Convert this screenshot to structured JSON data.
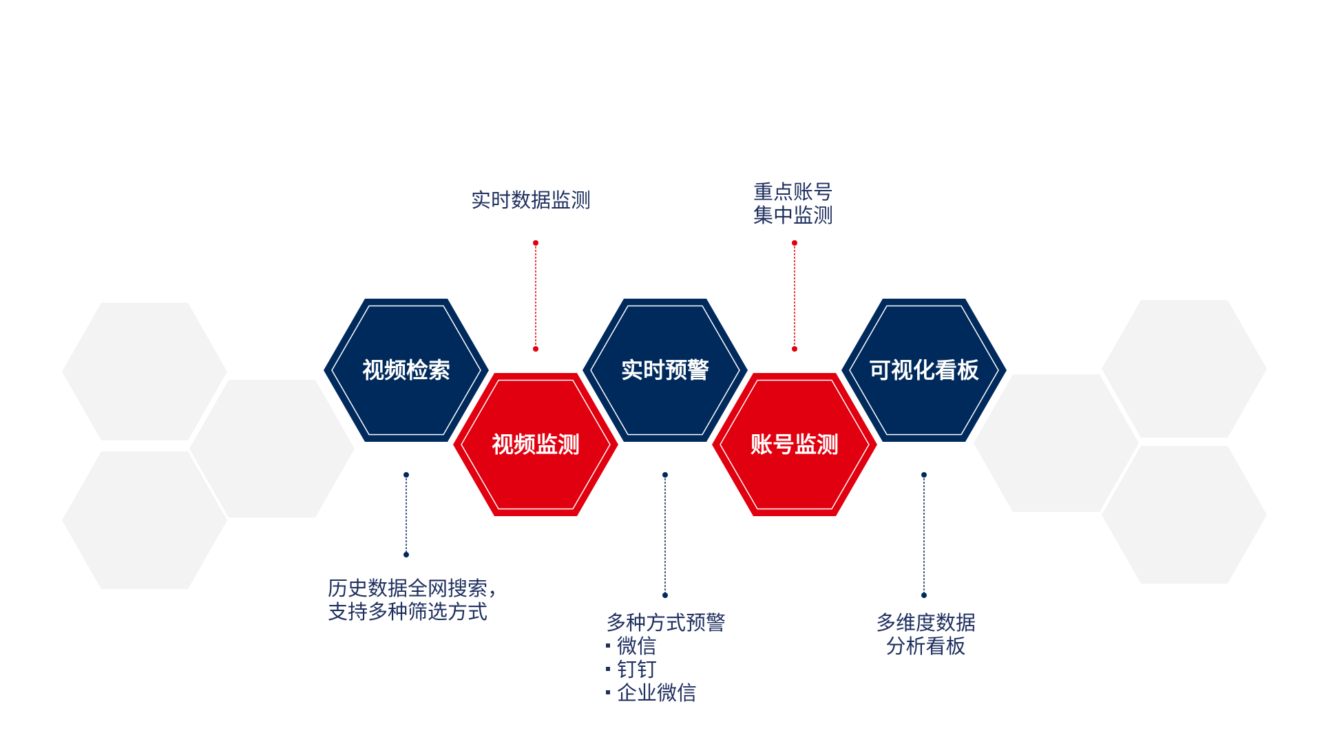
{
  "hexagons": [
    {
      "id": "video-search",
      "label": "视频检索",
      "color": "#002a5c"
    },
    {
      "id": "video-monitor",
      "label": "视频监测",
      "color": "#e1000f"
    },
    {
      "id": "realtime-alert",
      "label": "实时预警",
      "color": "#002a5c"
    },
    {
      "id": "account-monitor",
      "label": "账号监测",
      "color": "#e1000f"
    },
    {
      "id": "dashboard",
      "label": "可视化看板",
      "color": "#002a5c"
    }
  ],
  "annotations": {
    "video_search_desc": [
      "历史数据全网搜索，",
      "支持多种筛选方式"
    ],
    "video_monitor_desc": "实时数据监测",
    "realtime_alert_desc": {
      "title": "多种方式预警",
      "items": [
        "微信",
        "钉钉",
        "企业微信"
      ]
    },
    "account_monitor_desc": [
      "重点账号",
      "集中监测"
    ],
    "dashboard_desc": [
      "多维度数据",
      "分析看板"
    ]
  },
  "colors": {
    "navy": "#002a5c",
    "red": "#e1000f",
    "text": "#1e2f5e",
    "bg_hex": "#f3f3f3",
    "connector_red": "#e1000f",
    "connector_navy": "#002a5c"
  }
}
